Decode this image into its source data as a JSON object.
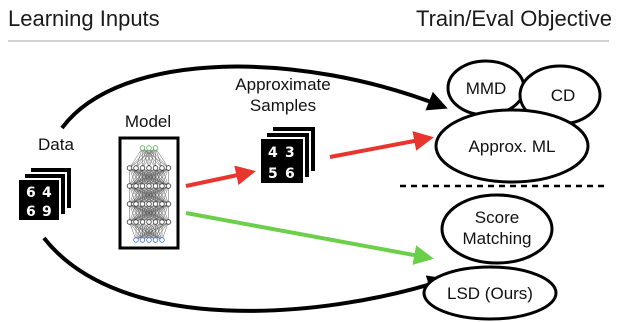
{
  "headers": {
    "left": "Learning Inputs",
    "right": "Train/Eval Objective"
  },
  "labels": {
    "data": "Data",
    "model": "Model",
    "samples_line1": "Approximate",
    "samples_line2": "Samples"
  },
  "objectives": {
    "mmd": "MMD",
    "cd": "CD",
    "approx_ml": "Approx. ML",
    "score_line1": "Score",
    "score_line2": "Matching",
    "lsd": "LSD (Ours)"
  },
  "data_digits": [
    "6",
    "4",
    "6",
    "9"
  ],
  "sample_digits": [
    "4",
    "3",
    "5",
    "6"
  ],
  "colors": {
    "red_arrow": "#e8352e",
    "green_arrow": "#6ccf4a",
    "black_arrow": "#000000",
    "node_green": "#52b24f",
    "node_blue": "#3d6fcf",
    "divider": "#000000"
  }
}
